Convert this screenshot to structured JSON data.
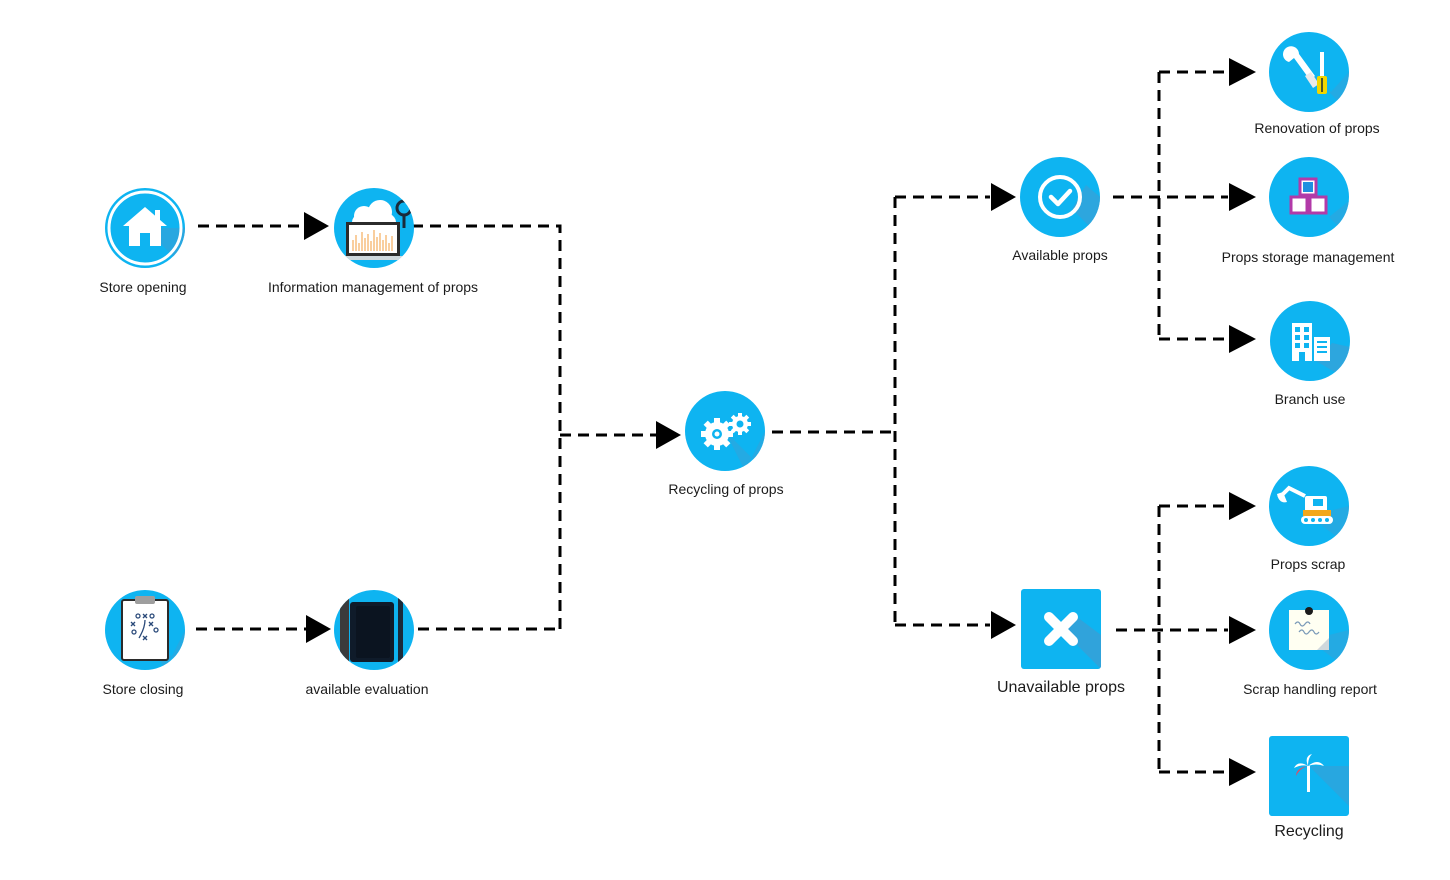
{
  "diagram": {
    "nodes": {
      "store_opening": {
        "label": "Store opening",
        "icon": "home-icon"
      },
      "info_management": {
        "label": "Information management of props",
        "icon": "cloud-analytics-icon"
      },
      "store_closing": {
        "label": "Store closing",
        "icon": "clipboard-strategy-icon"
      },
      "available_evaluation": {
        "label": "available evaluation",
        "icon": "notebook-icon"
      },
      "recycling_of_props": {
        "label": "Recycling of props",
        "icon": "gears-icon"
      },
      "available_props": {
        "label": "Available props",
        "icon": "check-circle-icon"
      },
      "unavailable_props": {
        "label": "Unavailable props",
        "icon": "cross-icon"
      },
      "renovation_of_props": {
        "label": "Renovation of props",
        "icon": "tools-icon"
      },
      "props_storage_management": {
        "label": "Props storage management",
        "icon": "stacked-boxes-icon"
      },
      "branch_use": {
        "label": "Branch use",
        "icon": "buildings-icon"
      },
      "props_scrap": {
        "label": "Props scrap",
        "icon": "excavator-icon"
      },
      "scrap_handling_report": {
        "label": "Scrap handling report",
        "icon": "pinned-note-icon"
      },
      "recycling": {
        "label": "Recycling",
        "icon": "palm-tree-icon"
      }
    },
    "colors": {
      "node_fill": "#0eb4f1",
      "node_shadow": "#3a9fd6",
      "connector": "#000000",
      "label_text": "#1b1b1b"
    }
  }
}
